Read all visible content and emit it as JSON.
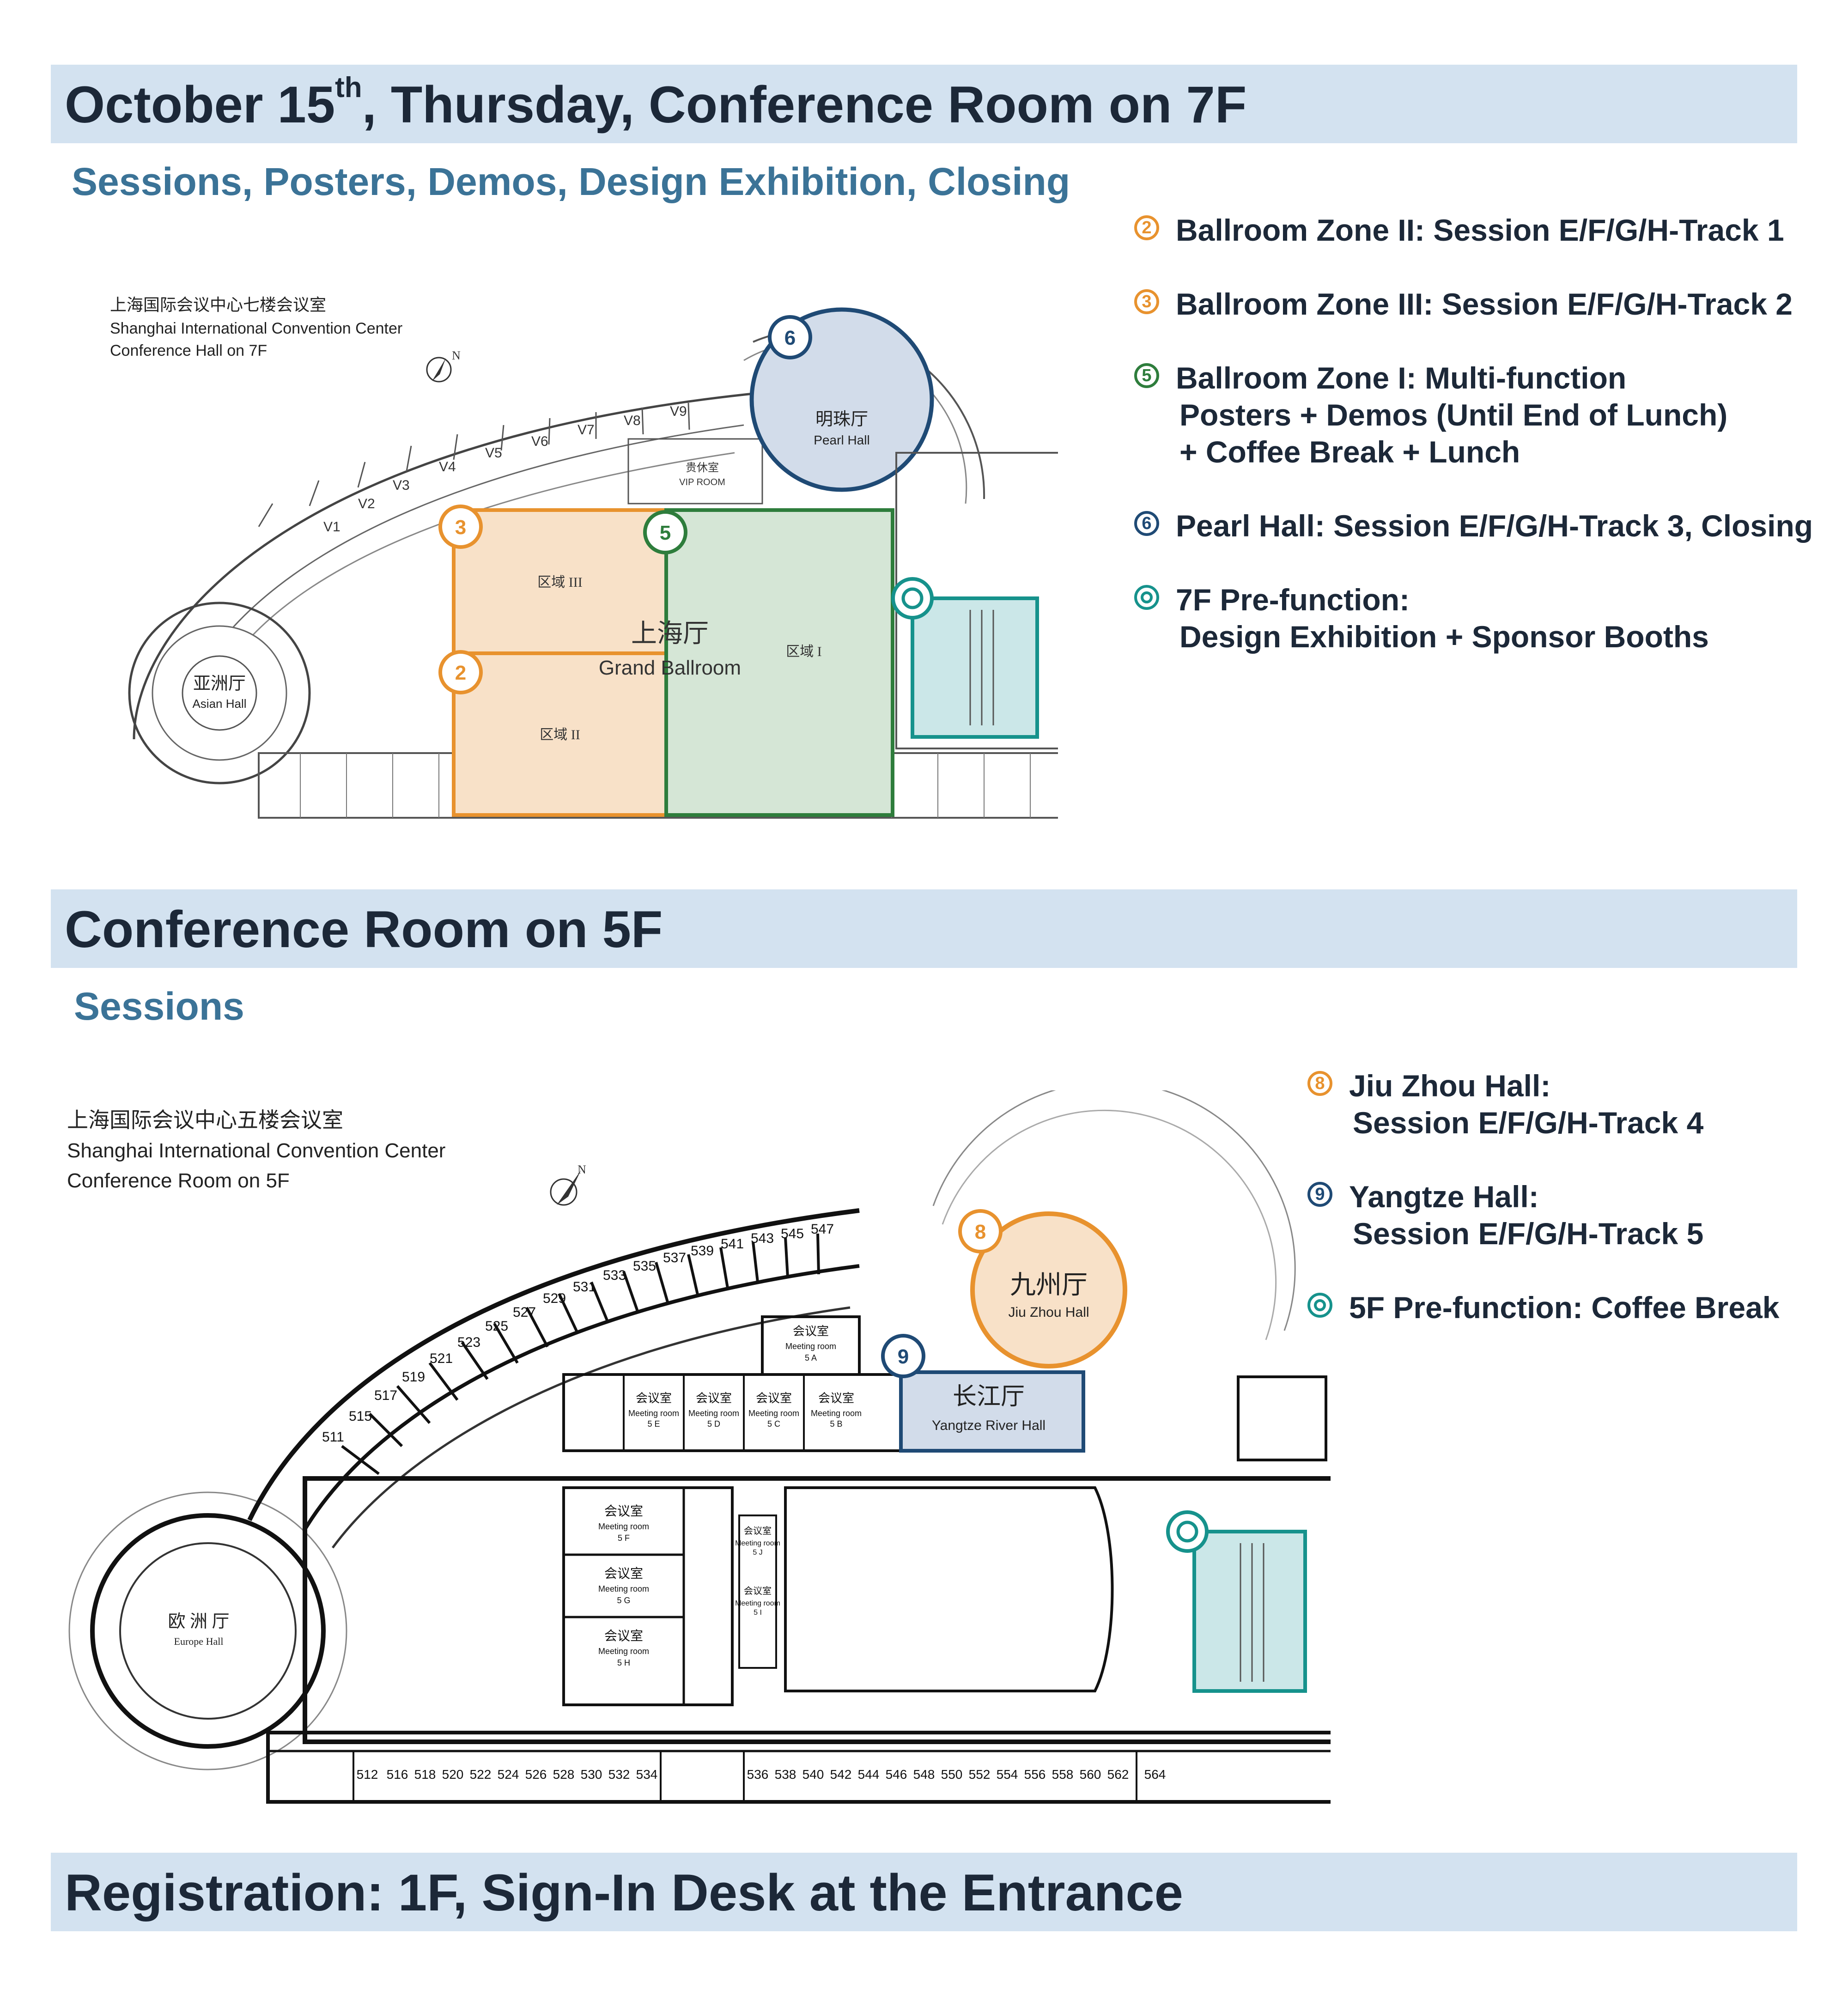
{
  "section_7f": {
    "banner_title_pre": "October 15",
    "banner_title_sup": "th",
    "banner_title_post": ", Thursday, Conference Room on 7F",
    "subtitle": "Sessions, Posters, Demos, Design Exhibition, Closing",
    "plan_caption": [
      "上海国际会议中心七楼会议室",
      "Shanghai International Convention Center",
      "Conference Hall on 7F"
    ],
    "north_label": "N",
    "corridor_labels": [
      "V1",
      "V2",
      "V3",
      "V4",
      "V5",
      "V6",
      "V7",
      "V8",
      "V9"
    ],
    "rooms": {
      "pearl_hall_cn": "明珠厅",
      "pearl_hall_en": "Pearl Hall",
      "vip_cn": "贵休室",
      "vip_en": "VIP ROOM",
      "asian_hall_cn": "亚洲厅",
      "asian_hall_en": "Asian Hall",
      "ballroom_cn": "上海厅",
      "ballroom_en": "Grand Ballroom",
      "zone1": "区域 I",
      "zone2": "区域 II",
      "zone3": "区域 III"
    },
    "markers": [
      "2",
      "3",
      "5",
      "6"
    ],
    "legend": [
      {
        "num": "2",
        "color": "#e8922e",
        "lines": [
          "Ballroom Zone II: Session E/F/G/H-Track 1"
        ]
      },
      {
        "num": "3",
        "color": "#e8922e",
        "lines": [
          "Ballroom Zone III: Session E/F/G/H-Track 2"
        ]
      },
      {
        "num": "5",
        "color": "#2e7d3c",
        "lines": [
          "Ballroom Zone I: Multi-function",
          "Posters + Demos (Until End of Lunch)",
          "+ Coffee Break + Lunch"
        ]
      },
      {
        "num": "6",
        "color": "#1f4a75",
        "lines": [
          "Pearl Hall: Session E/F/G/H-Track 3, Closing"
        ]
      },
      {
        "num": "",
        "color": "#16928c",
        "lines": [
          "7F Pre-function:",
          "Design Exhibition + Sponsor Booths"
        ]
      }
    ],
    "colors": {
      "orange": "#e8922e",
      "green": "#2e7d3c",
      "navy": "#1f4a75",
      "teal": "#16928c"
    }
  },
  "section_5f": {
    "banner_title": "Conference Room on 5F",
    "subtitle": "Sessions",
    "plan_caption": [
      "上海国际会议中心五楼会议室",
      "Shanghai International Convention Center",
      "Conference Room on 5F"
    ],
    "north_label": "N",
    "upper_rooms": [
      "511",
      "515",
      "517",
      "519",
      "521",
      "523",
      "525",
      "527",
      "529",
      "531",
      "533",
      "535",
      "537",
      "539",
      "541",
      "543",
      "545",
      "547"
    ],
    "lower_rooms": [
      "512",
      "516",
      "518",
      "520",
      "522",
      "524",
      "526",
      "528",
      "530",
      "532",
      "534",
      "536",
      "538",
      "540",
      "542",
      "544",
      "546",
      "548",
      "550",
      "552",
      "554",
      "556",
      "558",
      "560",
      "562",
      "564"
    ],
    "meeting_rooms": [
      {
        "cn": "会议室",
        "en": "Meeting room",
        "id": "5 A"
      },
      {
        "cn": "会议室",
        "en": "Meeting room",
        "id": "5 E"
      },
      {
        "cn": "会议室",
        "en": "Meeting room",
        "id": "5 D"
      },
      {
        "cn": "会议室",
        "en": "Meeting room",
        "id": "5 C"
      },
      {
        "cn": "会议室",
        "en": "Meeting room",
        "id": "5 B"
      },
      {
        "cn": "会议室",
        "en": "Meeting room",
        "id": "5 F"
      },
      {
        "cn": "会议室",
        "en": "Meeting room",
        "id": "5 G"
      },
      {
        "cn": "会议室",
        "en": "Meeting room",
        "id": "5 H"
      },
      {
        "cn": "会议室",
        "en": "Meeting room",
        "id": "5 J"
      },
      {
        "cn": "会议室",
        "en": "Meeting room",
        "id": "5 I"
      }
    ],
    "rooms": {
      "jiuzhou_cn": "九州厅",
      "jiuzhou_en": "Jiu Zhou Hall",
      "yangtze_cn": "长江厅",
      "yangtze_en": "Yangtze River Hall",
      "europe_cn": "欧 洲 厅",
      "europe_en": "Europe Hall"
    },
    "markers": [
      "8",
      "9"
    ],
    "legend": [
      {
        "num": "8",
        "color": "#e8922e",
        "lines": [
          "Jiu Zhou Hall:",
          "Session E/F/G/H-Track 4"
        ]
      },
      {
        "num": "9",
        "color": "#1f4a75",
        "lines": [
          "Yangtze Hall:",
          "Session E/F/G/H-Track 5"
        ]
      },
      {
        "num": "",
        "color": "#16928c",
        "lines": [
          "5F Pre-function: Coffee Break"
        ]
      }
    ]
  },
  "registration": {
    "banner_title": "Registration: 1F, Sign-In Desk at the Entrance"
  }
}
